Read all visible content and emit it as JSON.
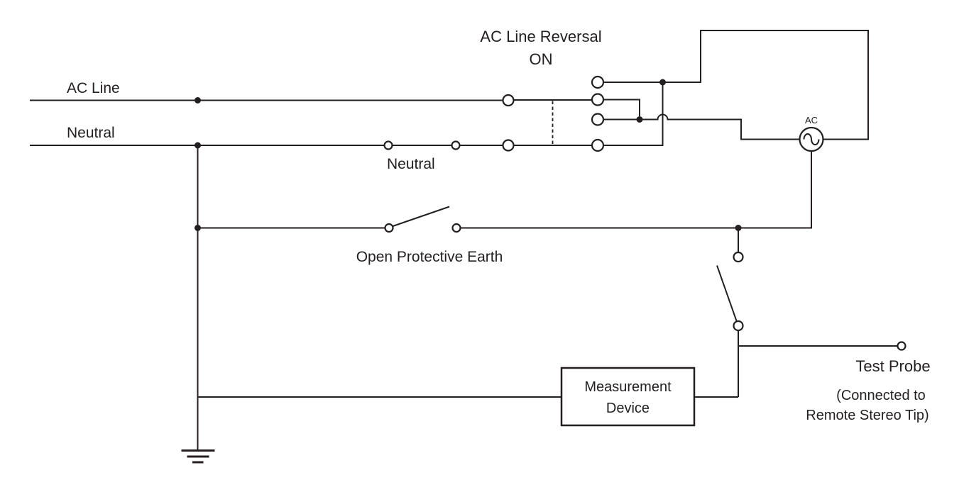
{
  "diagram": {
    "background_color": "#ffffff",
    "line_color": "#231f20",
    "title_line1": "AC Line Reversal",
    "title_line2": "ON",
    "labels": {
      "ac_line": "AC Line",
      "neutral": "Neutral",
      "neutral_switch": "Neutral",
      "open_protective_earth": "Open Protective Earth",
      "ac_source": "AC",
      "measurement_device_line1": "Measurement",
      "measurement_device_line2": "Device",
      "test_probe": "Test Probe",
      "test_probe_note_line1": "(Connected to",
      "test_probe_note_line2": "Remote Stereo Tip)"
    }
  }
}
